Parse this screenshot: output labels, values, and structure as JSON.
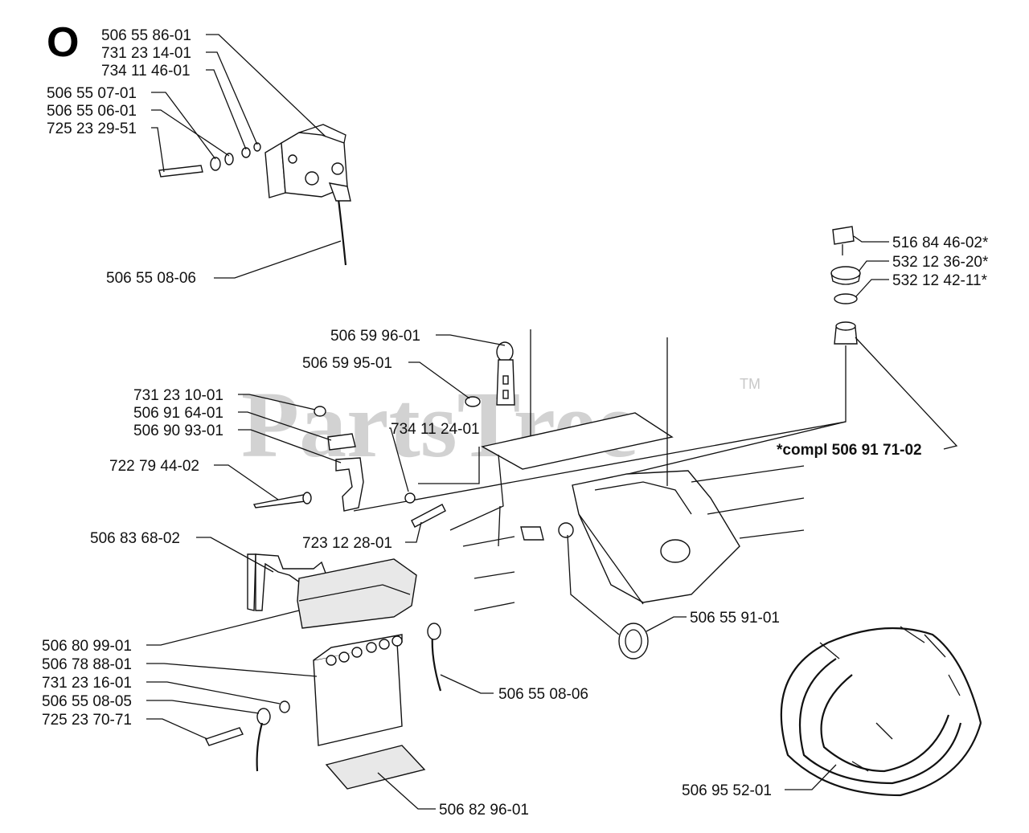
{
  "diagram": {
    "section_letter": "O",
    "watermark": "PartsTree",
    "trademark": "TM",
    "part_numbers": {
      "relay": "506 55 86-01",
      "nut_731_23_14": "731 23 14-01",
      "washer_734_11_46": "734 11 46-01",
      "spacer_506_55_07": "506 55 07-01",
      "bushing_506_55_06": "506 55 06-01",
      "screw_725_23_29": "725 23 29-51",
      "cable_top": "506 55 08-06",
      "key": "516 84 46-02*",
      "nut_532_12_36": "532 12 36-20*",
      "washer_532_12_42": "532 12 42-11*",
      "switch_complete": "*compl 506 91 71-02",
      "knob": "506 59 96-01",
      "knob_stop": "506 59 95-01",
      "nut_731_23_10": "731 23 10-01",
      "microswitch": "506 91 64-01",
      "bracket": "506 90 93-01",
      "rivet": "722 79 44-02",
      "washer_734_11_24": "734 11 24-01",
      "screw_723_12_28": "723 12 28-01",
      "battery_strap": "506 83 68-02",
      "battery_cover": "506 80 99-01",
      "battery": "506 78 88-01",
      "nut_731_23_16": "731 23 16-01",
      "cable_bottom": "506 55 08-05",
      "screw_725_23_70": "725 23 70-71",
      "cable_right": "506 55 08-06",
      "grommet": "506 55 91-01",
      "battery_pad": "506 82 96-01",
      "wiring_harness": "506 95 52-01"
    }
  }
}
